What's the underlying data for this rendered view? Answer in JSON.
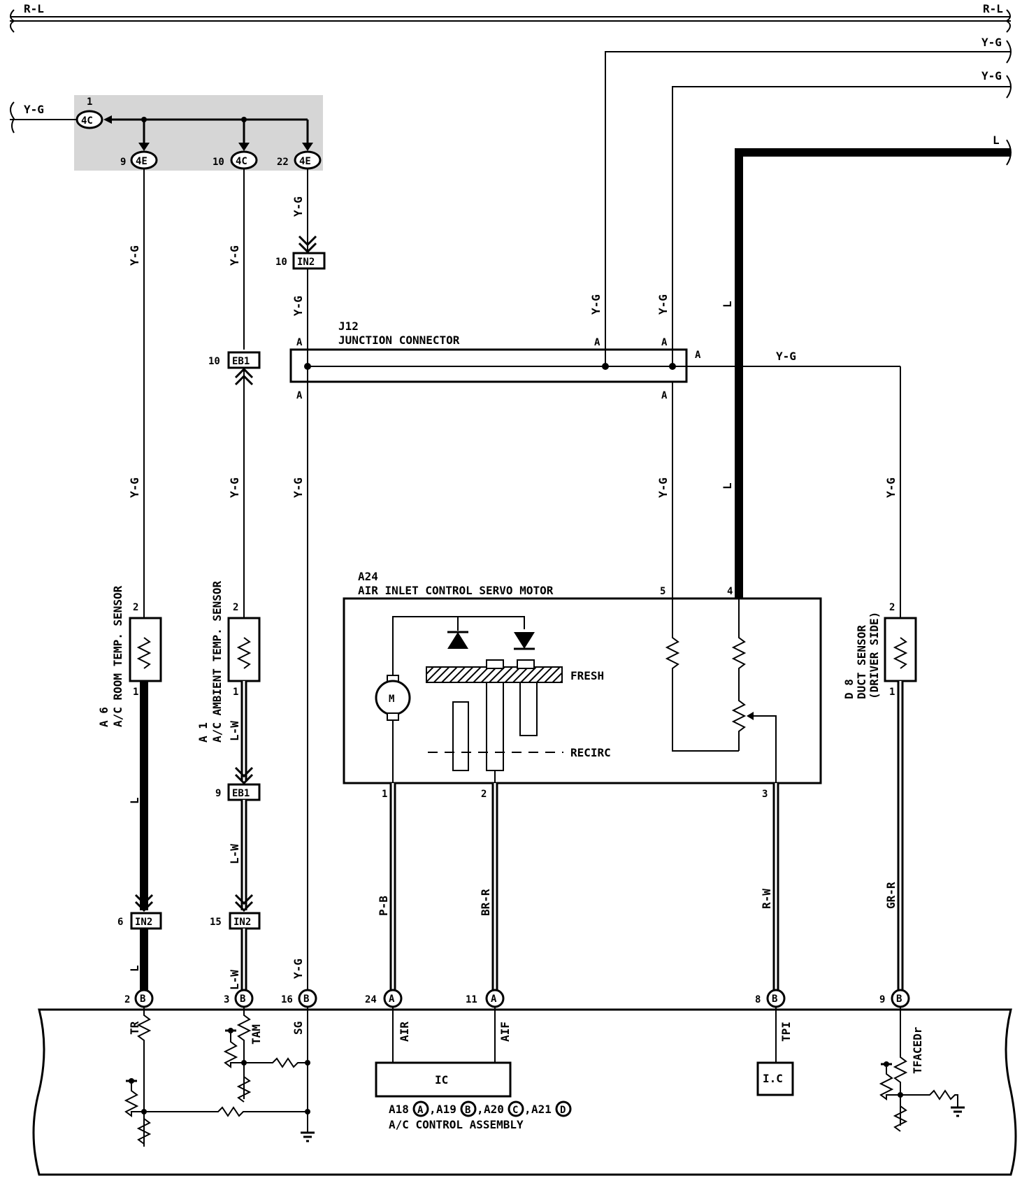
{
  "wires": {
    "r_l": "R-L",
    "y_g": "Y-G",
    "l": "L",
    "l_w": "L-W",
    "p_b": "P-B",
    "br_r": "BR-R",
    "r_w": "R-W",
    "gr_r": "GR-R"
  },
  "splice": {
    "in": {
      "num": "1",
      "code": "4C"
    },
    "out": [
      {
        "num": "9",
        "code": "4E"
      },
      {
        "num": "10",
        "code": "4C"
      },
      {
        "num": "22",
        "code": "4E"
      }
    ]
  },
  "connectors": {
    "in2": "IN2",
    "eb1": "EB1",
    "pin_10": "10",
    "pin_9": "9",
    "pin_6": "6",
    "pin_15": "15"
  },
  "junction": {
    "id": "J12",
    "name": "JUNCTION CONNECTOR",
    "pin": "A"
  },
  "servo": {
    "id": "A24",
    "name": "AIR INLET CONTROL SERVO MOTOR",
    "fresh": "FRESH",
    "recirc": "RECIRC",
    "motor": "M",
    "pins": [
      "1",
      "2",
      "3",
      "4",
      "5"
    ]
  },
  "sensors": {
    "room": {
      "id": "A 6",
      "name": "A/C ROOM TEMP. SENSOR"
    },
    "ambient": {
      "id": "A 1",
      "name": "A/C AMBIENT TEMP. SENSOR"
    },
    "duct": {
      "id": "D 8",
      "name": "DUCT SENSOR",
      "side": "(DRIVER SIDE)"
    },
    "pin_top": "2",
    "pin_bottom": "1"
  },
  "ecu_pins": [
    {
      "num": "2",
      "code": "B",
      "signal": "TR"
    },
    {
      "num": "3",
      "code": "B",
      "signal": "TAM"
    },
    {
      "num": "16",
      "code": "B",
      "signal": "SG"
    },
    {
      "num": "24",
      "code": "A",
      "signal": "AIR"
    },
    {
      "num": "11",
      "code": "A",
      "signal": "AIF"
    },
    {
      "num": "8",
      "code": "B",
      "signal": "TPI"
    },
    {
      "num": "9",
      "code": "B",
      "signal": "TFACEDr"
    }
  ],
  "ic": {
    "main": "IC",
    "small": "I.C"
  },
  "assembly": {
    "parts": [
      {
        "id": "A18",
        "code": "A"
      },
      {
        "id": "A19",
        "code": "B"
      },
      {
        "id": "A20",
        "code": "C"
      },
      {
        "id": "A21",
        "code": "D"
      }
    ],
    "name": "A/C CONTROL ASSEMBLY"
  }
}
